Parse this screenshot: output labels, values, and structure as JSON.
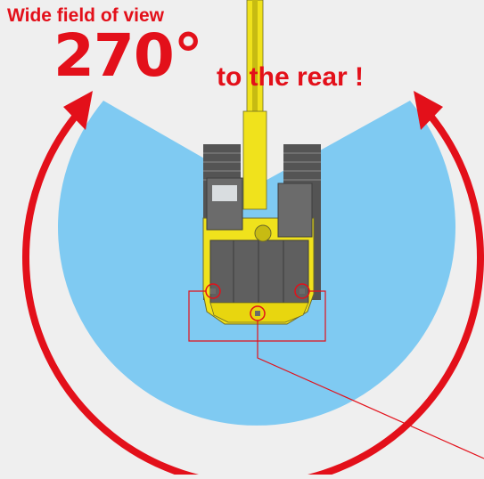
{
  "headline": {
    "subtitle": "Wide field of view",
    "angle": "270°",
    "tail": "to the rear !"
  },
  "diagram": {
    "field_of_view_degrees": 270,
    "colors": {
      "view_area": "#7fcaf2",
      "arrows": "#e3101a",
      "machine_body": "#f0e21c",
      "machine_cab": "#6b6b6b",
      "camera_marker": "#e3101a",
      "background": "#efefef"
    },
    "icons": [
      "excavator-top-view-icon",
      "camera-marker-icon",
      "double-arrow-arc-icon"
    ],
    "camera_count": 3
  }
}
